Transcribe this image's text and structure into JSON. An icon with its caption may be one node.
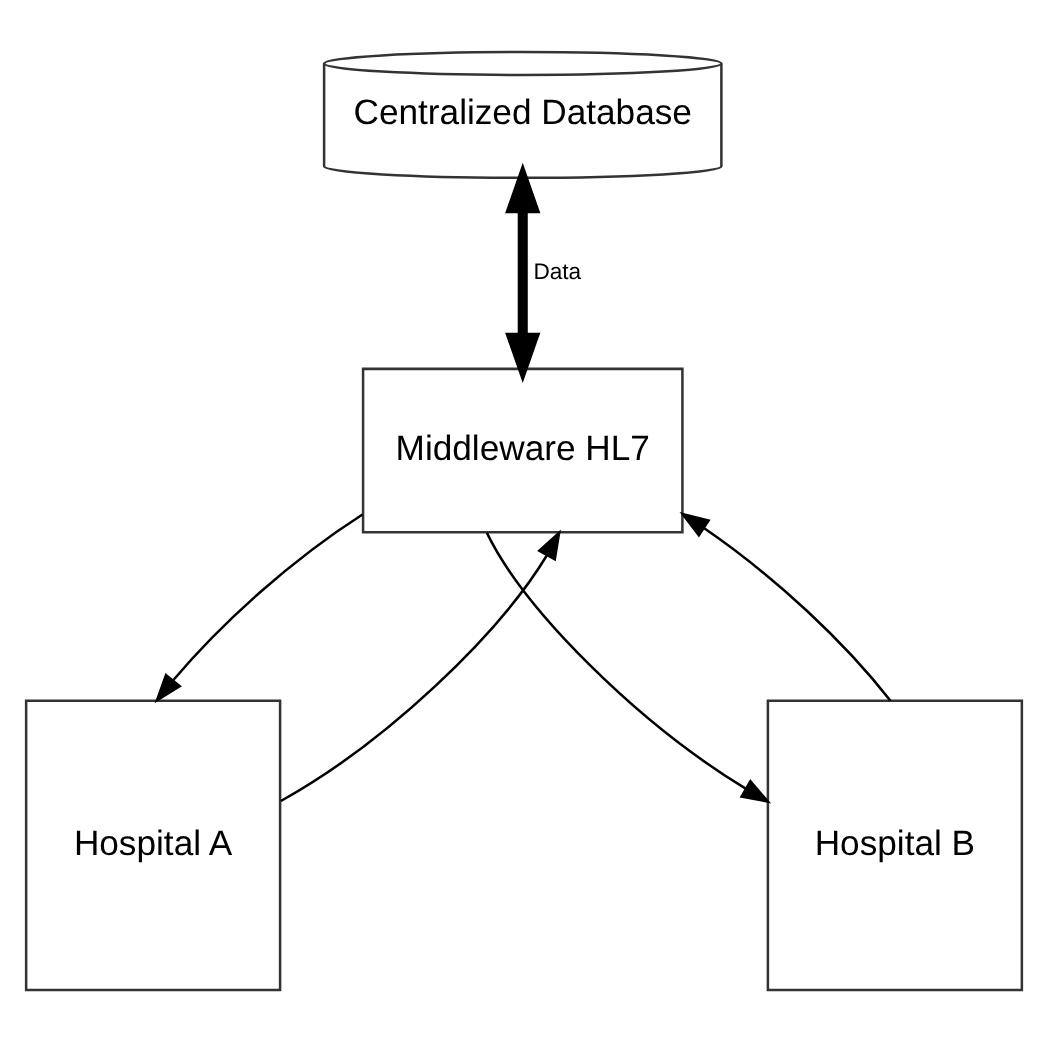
{
  "diagram": {
    "nodes": [
      {
        "text": [
          "Centralized Database"
        ]
      },
      {
        "text": [
          "Middleware HL7"
        ]
      },
      {
        "text": [
          "Hospital A"
        ]
      },
      {
        "text": [
          "Hospital B"
        ]
      }
    ],
    "edges": [
      {
        "from": 0,
        "to": 1,
        "arrow": "both",
        "label": "Data",
        "style": "thick"
      },
      {
        "from": 1,
        "to": 2,
        "arrow": "to"
      },
      {
        "from": 2,
        "to": 1,
        "arrow": "to"
      },
      {
        "from": 3,
        "to": 1,
        "arrow": "to"
      },
      {
        "from": 1,
        "to": 3,
        "arrow": "to"
      }
    ]
  }
}
